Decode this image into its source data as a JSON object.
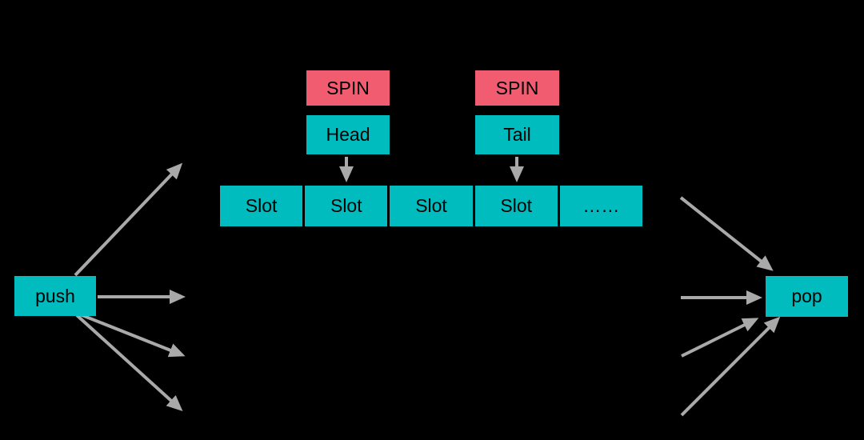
{
  "diagram": {
    "spin_head_label": "SPIN",
    "spin_tail_label": "SPIN",
    "head_label": "Head",
    "tail_label": "Tail",
    "slots": [
      "Slot",
      "Slot",
      "Slot",
      "Slot",
      "……"
    ],
    "push_label": "push",
    "pop_label": "pop"
  },
  "colors": {
    "background": "#000000",
    "box_teal": "#00BCBE",
    "box_pink": "#F15C70",
    "arrow_gray": "#A9A9A9",
    "text": "#000000"
  }
}
